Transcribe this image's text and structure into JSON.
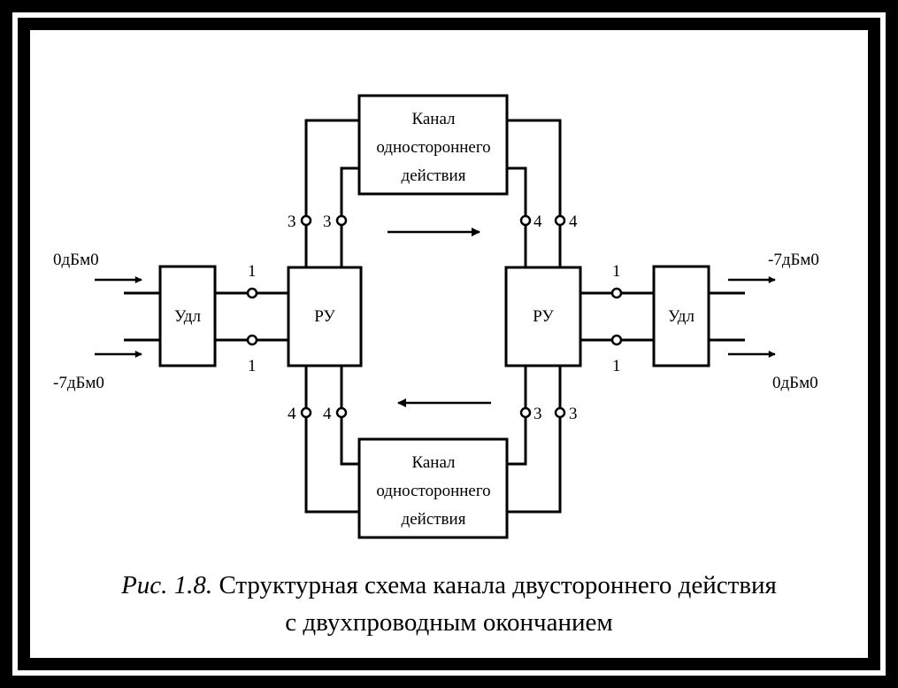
{
  "diagram": {
    "top_channel": {
      "lines": [
        "Канал",
        "одностороннего",
        "действия"
      ]
    },
    "bottom_channel": {
      "lines": [
        "Канал",
        "одностороннего",
        "действия"
      ]
    },
    "left_differential": "РУ",
    "right_differential": "РУ",
    "left_amplifier": "Удл",
    "right_amplifier": "Удл",
    "ports": {
      "left_top_outer": "3",
      "left_top_inner": "3",
      "right_top_inner": "4",
      "right_top_outer": "4",
      "left_bottom_outer": "4",
      "left_bottom_inner": "4",
      "right_bottom_inner": "3",
      "right_bottom_outer": "3",
      "left_line_top": "1",
      "left_line_bottom": "1",
      "right_line_top": "1",
      "right_line_bottom": "1"
    },
    "signals": {
      "left_in_top": "0дБм0",
      "left_in_bottom": "-7дБм0",
      "right_out_top": "-7дБм0",
      "right_out_bottom": "0дБм0"
    }
  },
  "caption": {
    "prefix": "Рис. 1.8.",
    "line1": "Структурная схема канала двустороннего действия",
    "line2": "с двухпроводным окончанием"
  }
}
